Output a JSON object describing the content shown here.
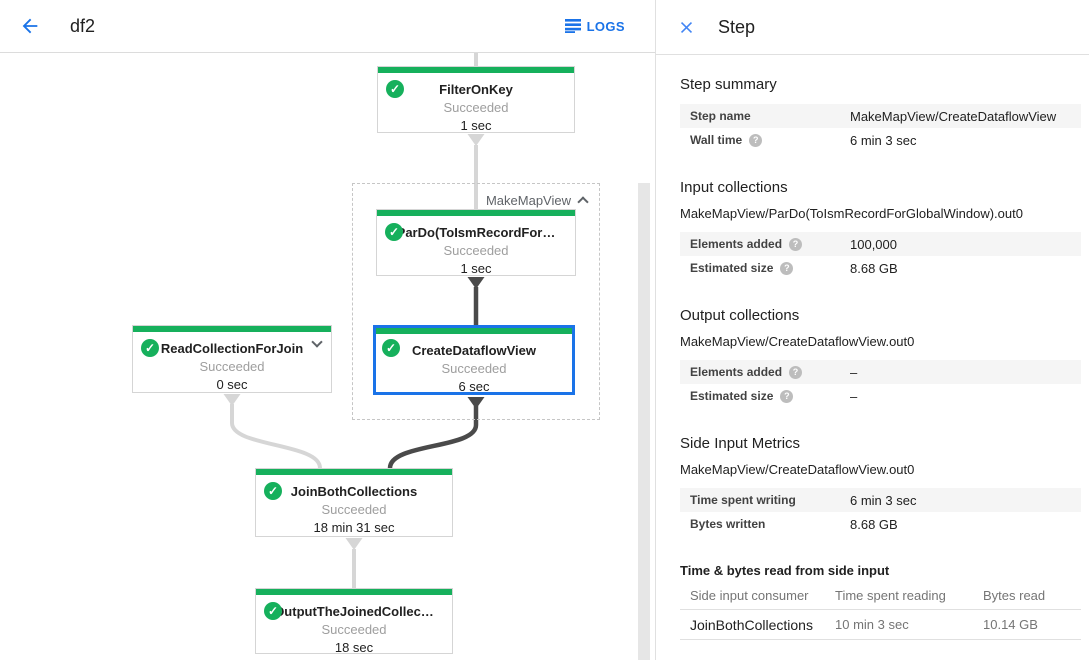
{
  "toolbar": {
    "title": "df2",
    "logs_label": "LOGS"
  },
  "panel": {
    "title": "Step",
    "summary": {
      "heading": "Step summary",
      "rows": [
        {
          "label": "Step name",
          "value": "MakeMapView/CreateDataflowView"
        },
        {
          "label": "Wall time",
          "value": "6 min 3 sec"
        }
      ]
    },
    "input": {
      "heading": "Input collections",
      "collection": "MakeMapView/ParDo(ToIsmRecordForGlobalWindow).out0",
      "rows": [
        {
          "label": "Elements added",
          "value": "100,000"
        },
        {
          "label": "Estimated size",
          "value": "8.68 GB"
        }
      ]
    },
    "output": {
      "heading": "Output collections",
      "collection": "MakeMapView/CreateDataflowView.out0",
      "rows": [
        {
          "label": "Elements added",
          "value": "–"
        },
        {
          "label": "Estimated size",
          "value": "–"
        }
      ]
    },
    "side_input": {
      "heading": "Side Input Metrics",
      "collection": "MakeMapView/CreateDataflowView.out0",
      "rows": [
        {
          "label": "Time spent writing",
          "value": "6 min 3 sec"
        },
        {
          "label": "Bytes written",
          "value": "8.68 GB"
        }
      ]
    },
    "side_input_table": {
      "heading": "Time & bytes read from side input",
      "columns": [
        "Side input consumer",
        "Time spent reading",
        "Bytes read"
      ],
      "rows": [
        {
          "consumer": "JoinBothCollections",
          "time": "10 min 3 sec",
          "bytes": "10.14 GB"
        }
      ]
    }
  },
  "graph": {
    "group_label": "MakeMapView",
    "nodes": [
      {
        "title": "FilterOnKey",
        "status": "Succeeded",
        "time": "1 sec"
      },
      {
        "title": "ParDo(ToIsmRecordFor…",
        "status": "Succeeded",
        "time": "1 sec"
      },
      {
        "title": "CreateDataflowView",
        "status": "Succeeded",
        "time": "6 sec"
      },
      {
        "title": "ReadCollectionForJoin",
        "status": "Succeeded",
        "time": "0 sec"
      },
      {
        "title": "JoinBothCollections",
        "status": "Succeeded",
        "time": "18 min 31 sec"
      },
      {
        "title": "OutputTheJoinedCollec…",
        "status": "Succeeded",
        "time": "18 sec"
      }
    ]
  },
  "colors": {
    "accent_blue": "#1a73e8",
    "success_green": "#16b05c",
    "edge_light": "#d6d6d6",
    "edge_dark": "#4a4a4a"
  }
}
